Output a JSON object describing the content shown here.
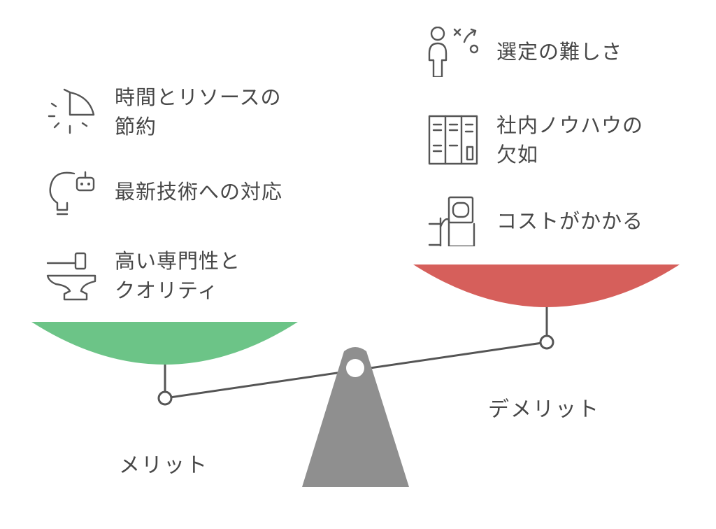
{
  "merits": {
    "label": "メリット",
    "color": "#6cc487",
    "items": [
      {
        "text": "時間とリソースの\n節約",
        "icon": "sundial-icon"
      },
      {
        "text": "最新技術への対応",
        "icon": "lightbulb-robot-icon"
      },
      {
        "text": "高い専門性と\nクオリティ",
        "icon": "anvil-hammer-icon"
      }
    ]
  },
  "demerits": {
    "label": "デメリット",
    "color": "#d65f5b",
    "items": [
      {
        "text": "選定の難しさ",
        "icon": "person-decision-icon"
      },
      {
        "text": "社内ノウハウの\n欠如",
        "icon": "bookshelf-icon"
      },
      {
        "text": "コストがかかる",
        "icon": "hand-money-icon"
      }
    ]
  },
  "fulcrum_color": "#8f8f8f"
}
